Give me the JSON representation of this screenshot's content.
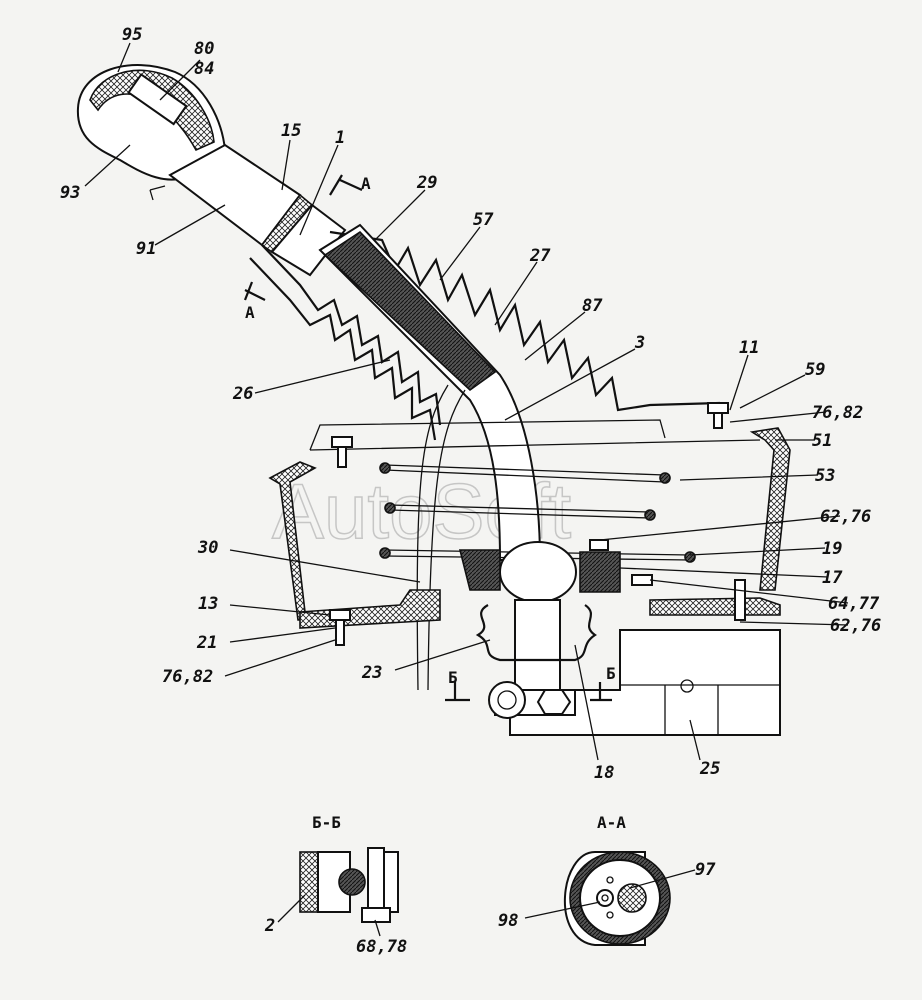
{
  "watermark": "AutoSoft",
  "labels": {
    "l95": "95",
    "l80": "80",
    "l84": "84",
    "l93": "93",
    "l15": "15",
    "l1": "1",
    "l29": "29",
    "l91": "91",
    "l57": "57",
    "l27": "27",
    "l87": "87",
    "l3": "3",
    "l11": "11",
    "l59": "59",
    "l26": "26",
    "l76_82_r": "76,82",
    "l51": "51",
    "l53": "53",
    "l62_76_a": "62,76",
    "l30": "30",
    "l19": "19",
    "l17": "17",
    "l13": "13",
    "l64_77": "64,77",
    "l21": "21",
    "l62_76_b": "62,76",
    "l76_82_l": "76,82",
    "l23": "23",
    "l18": "18",
    "l25": "25",
    "l2": "2",
    "l68_78": "68,78",
    "l97": "97",
    "l98": "98"
  },
  "section_marks": {
    "a_top": "А",
    "a_bottom": "А",
    "b_left": "Б",
    "b_right": "Б"
  },
  "section_titles": {
    "bb": "Б-Б",
    "aa": "А-А"
  }
}
